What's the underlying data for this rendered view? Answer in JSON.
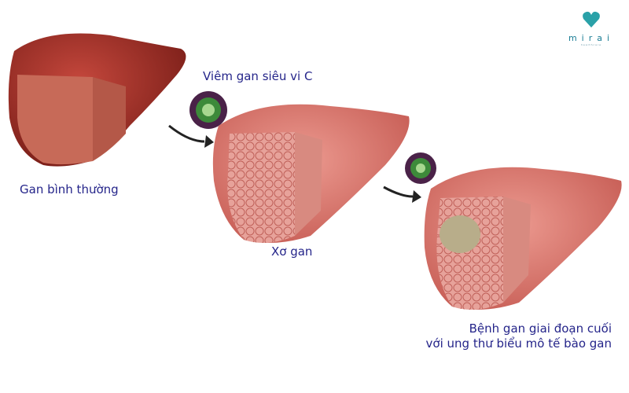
{
  "logo": {
    "name": "mirai",
    "tagline": "healthcare"
  },
  "labels": {
    "normal": "Gan bình thường",
    "hepatitis_c": "Viêm gan siêu vi C",
    "cirrhosis": "Xơ gan",
    "end_stage_line1": "Bệnh gan giai đoạn cuối",
    "end_stage_line2": "với ung thư biểu mô tế bào gan"
  },
  "colors": {
    "text": "#25258a",
    "normal_liver": "#a8322a",
    "cirrhotic_liver": "#d9726a",
    "tumor": "#b8ad8a",
    "virus": "#5a2a5a"
  }
}
